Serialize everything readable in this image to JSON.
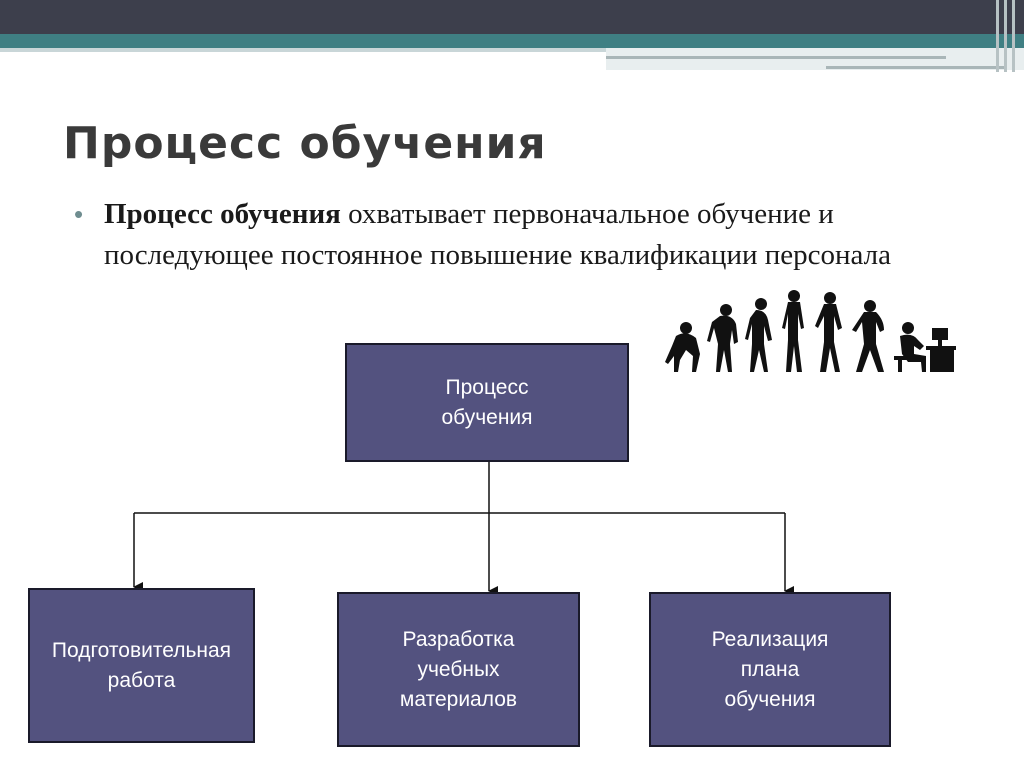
{
  "title": "Процесс обучения",
  "bullet": {
    "bold": "Процесс обучения",
    "rest": " охватывает первоначальное обучение и последующее постоянное повышение квалификации персонала"
  },
  "diagram": {
    "root": "Процесс\nобучения",
    "children": [
      {
        "label": "Подготовительная\nработа"
      },
      {
        "label": "Разработка\nучебных\nматериалов"
      },
      {
        "label": "Реализация\nплана\nобучения"
      }
    ]
  },
  "illustration": {
    "icon": "human-evolution-icon"
  },
  "colors": {
    "node_fill": "#53527f",
    "band_dark": "#3d3f4c",
    "band_teal": "#3f7f83",
    "bullet": "#6f8d90"
  }
}
